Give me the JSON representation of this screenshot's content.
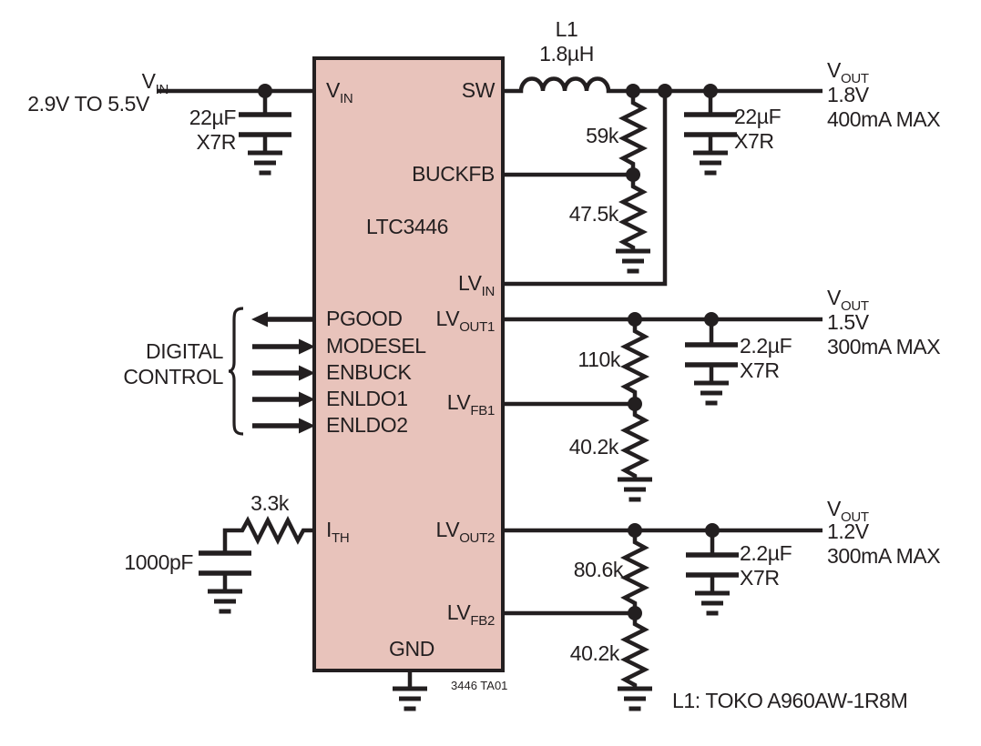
{
  "colors": {
    "ic_fill": "#e8c3bb",
    "line": "#231f20",
    "background": "#ffffff"
  },
  "ic": {
    "part": "LTC3446",
    "pins": {
      "vin": {
        "main": "V",
        "sub": "IN"
      },
      "sw": "SW",
      "buckfb": "BUCKFB",
      "lvin": {
        "main": "LV",
        "sub": "IN"
      },
      "pgood": "PGOOD",
      "lvout1": {
        "main": "LV",
        "sub": "OUT1"
      },
      "modesel": "MODESEL",
      "enbuck": "ENBUCK",
      "enldo1": "ENLDO1",
      "lvfb1": {
        "main": "LV",
        "sub": "FB1"
      },
      "enldo2": "ENLDO2",
      "ith": {
        "main": "I",
        "sub": "TH"
      },
      "lvout2": {
        "main": "LV",
        "sub": "OUT2"
      },
      "lvfb2": {
        "main": "LV",
        "sub": "FB2"
      },
      "gnd": "GND"
    }
  },
  "source": {
    "name_main": "V",
    "name_sub": "IN",
    "range": "2.9V TO 5.5V"
  },
  "input_cap": {
    "value": "22µF",
    "dielectric": "X7R"
  },
  "inductor": {
    "ref": "L1",
    "value": "1.8µH"
  },
  "rails": {
    "buck": {
      "v_main": "V",
      "v_sub": "OUT",
      "voltage": "1.8V",
      "current": "400mA MAX",
      "cap": {
        "value": "22µF",
        "dielectric": "X7R"
      },
      "divider": {
        "top": "59k",
        "bottom": "47.5k"
      }
    },
    "ldo1": {
      "v_main": "V",
      "v_sub": "OUT",
      "voltage": "1.5V",
      "current": "300mA MAX",
      "cap": {
        "value": "2.2µF",
        "dielectric": "X7R"
      },
      "divider": {
        "top": "110k",
        "bottom": "40.2k"
      }
    },
    "ldo2": {
      "v_main": "V",
      "v_sub": "OUT",
      "voltage": "1.2V",
      "current": "300mA MAX",
      "cap": {
        "value": "2.2µF",
        "dielectric": "X7R"
      },
      "divider": {
        "top": "80.6k",
        "bottom": "40.2k"
      }
    }
  },
  "digital": {
    "line1": "DIGITAL",
    "line2": "CONTROL"
  },
  "ith_network": {
    "resistor": "3.3k",
    "capacitor": "1000pF"
  },
  "notes": {
    "figure_id": "3446 TA01",
    "inductor_note": "L1: TOKO A960AW-1R8M"
  }
}
